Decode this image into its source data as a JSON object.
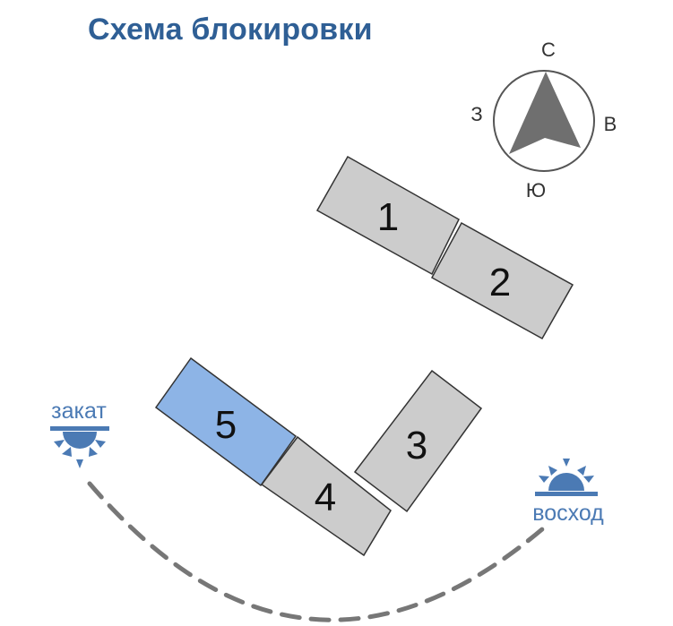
{
  "title": "Схема блокировки",
  "compass": {
    "north": "С",
    "south": "Ю",
    "west": "З",
    "east": "В"
  },
  "buildings": [
    {
      "label": "1",
      "highlighted": false
    },
    {
      "label": "2",
      "highlighted": false
    },
    {
      "label": "3",
      "highlighted": false
    },
    {
      "label": "4",
      "highlighted": false
    },
    {
      "label": "5",
      "highlighted": true
    }
  ],
  "sunset_label": "закат",
  "sunrise_label": "восход",
  "colors": {
    "title": "#2f5f95",
    "building_fill": "#cccccc",
    "building_highlight": "#8db4e6",
    "building_stroke": "#333333",
    "compass_arrow": "#6f6f6f",
    "sun": "#4b7ab4",
    "path": "#777777"
  }
}
